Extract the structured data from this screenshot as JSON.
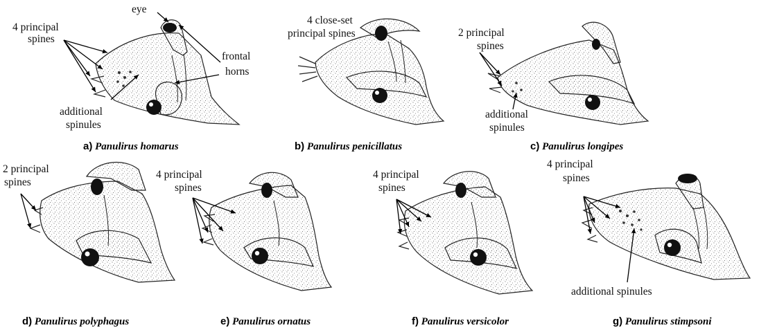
{
  "panels": [
    {
      "id": "a",
      "caption": {
        "letter": "a)",
        "species": "Panulirus  homarus"
      },
      "labels": [
        "eye",
        "4 principal",
        "spines",
        "frontal",
        "horns",
        "additional",
        "spinules"
      ]
    },
    {
      "id": "b",
      "caption": {
        "letter": "b)",
        "species": "Panulirus  penicillatus"
      },
      "labels": [
        "4 close-set",
        "principal spines"
      ]
    },
    {
      "id": "c",
      "caption": {
        "letter": "c)",
        "species": "Panulirus  longipes"
      },
      "labels": [
        "2 principal",
        "spines",
        "additional",
        "spinules"
      ]
    },
    {
      "id": "d",
      "caption": {
        "letter": "d)",
        "species": "Panulirus  polyphagus"
      },
      "labels": [
        "2 principal",
        "spines"
      ]
    },
    {
      "id": "e",
      "caption": {
        "letter": "e)",
        "species": "Panulirus ornatus"
      },
      "labels": [
        "4 principal",
        "spines"
      ]
    },
    {
      "id": "f",
      "caption": {
        "letter": "f)",
        "species": "Panulirus versicolor"
      },
      "labels": [
        "4 principal",
        "spines"
      ]
    },
    {
      "id": "g",
      "caption": {
        "letter": "g)",
        "species": "Panulirus stimpsoni"
      },
      "labels": [
        "4 principal",
        "spines",
        "additional spinules"
      ]
    }
  ]
}
